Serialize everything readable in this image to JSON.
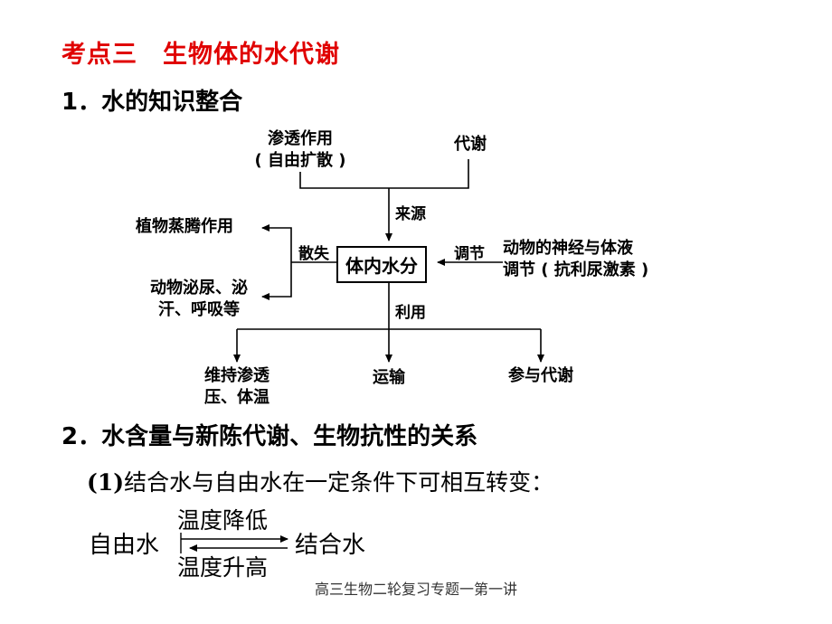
{
  "title": "考点三　生物体的水代谢",
  "section1": "1．水的知识整合",
  "diagram": {
    "source_a_line1": "渗透作用",
    "source_a_line2": "( 自由扩散 )",
    "source_b": "代谢",
    "label_source": "来源",
    "center": "体内水分",
    "label_loss": "散失",
    "loss_a": "植物蒸腾作用",
    "loss_b_line1": "动物泌尿、泌",
    "loss_b_line2": "汗、呼吸等",
    "label_regulate": "调节",
    "regulate_line1": "动物的神经与体液",
    "regulate_line2": "调节 ( 抗利尿激素 )",
    "label_use": "利用",
    "use_a_line1": "维持渗透",
    "use_a_line2": "压、体温",
    "use_b": "运输",
    "use_c": "参与代谢"
  },
  "section2": "2．水含量与新陈代谢、生物抗性的关系",
  "subsection1": {
    "num": "(1)",
    "text": "结合水与自由水在一定条件下可相互转变："
  },
  "equation": {
    "left": "自由水",
    "top": "温度降低",
    "bottom": "温度升高",
    "right": "结合水"
  },
  "footer": "高三生物二轮复习专题一第一讲"
}
